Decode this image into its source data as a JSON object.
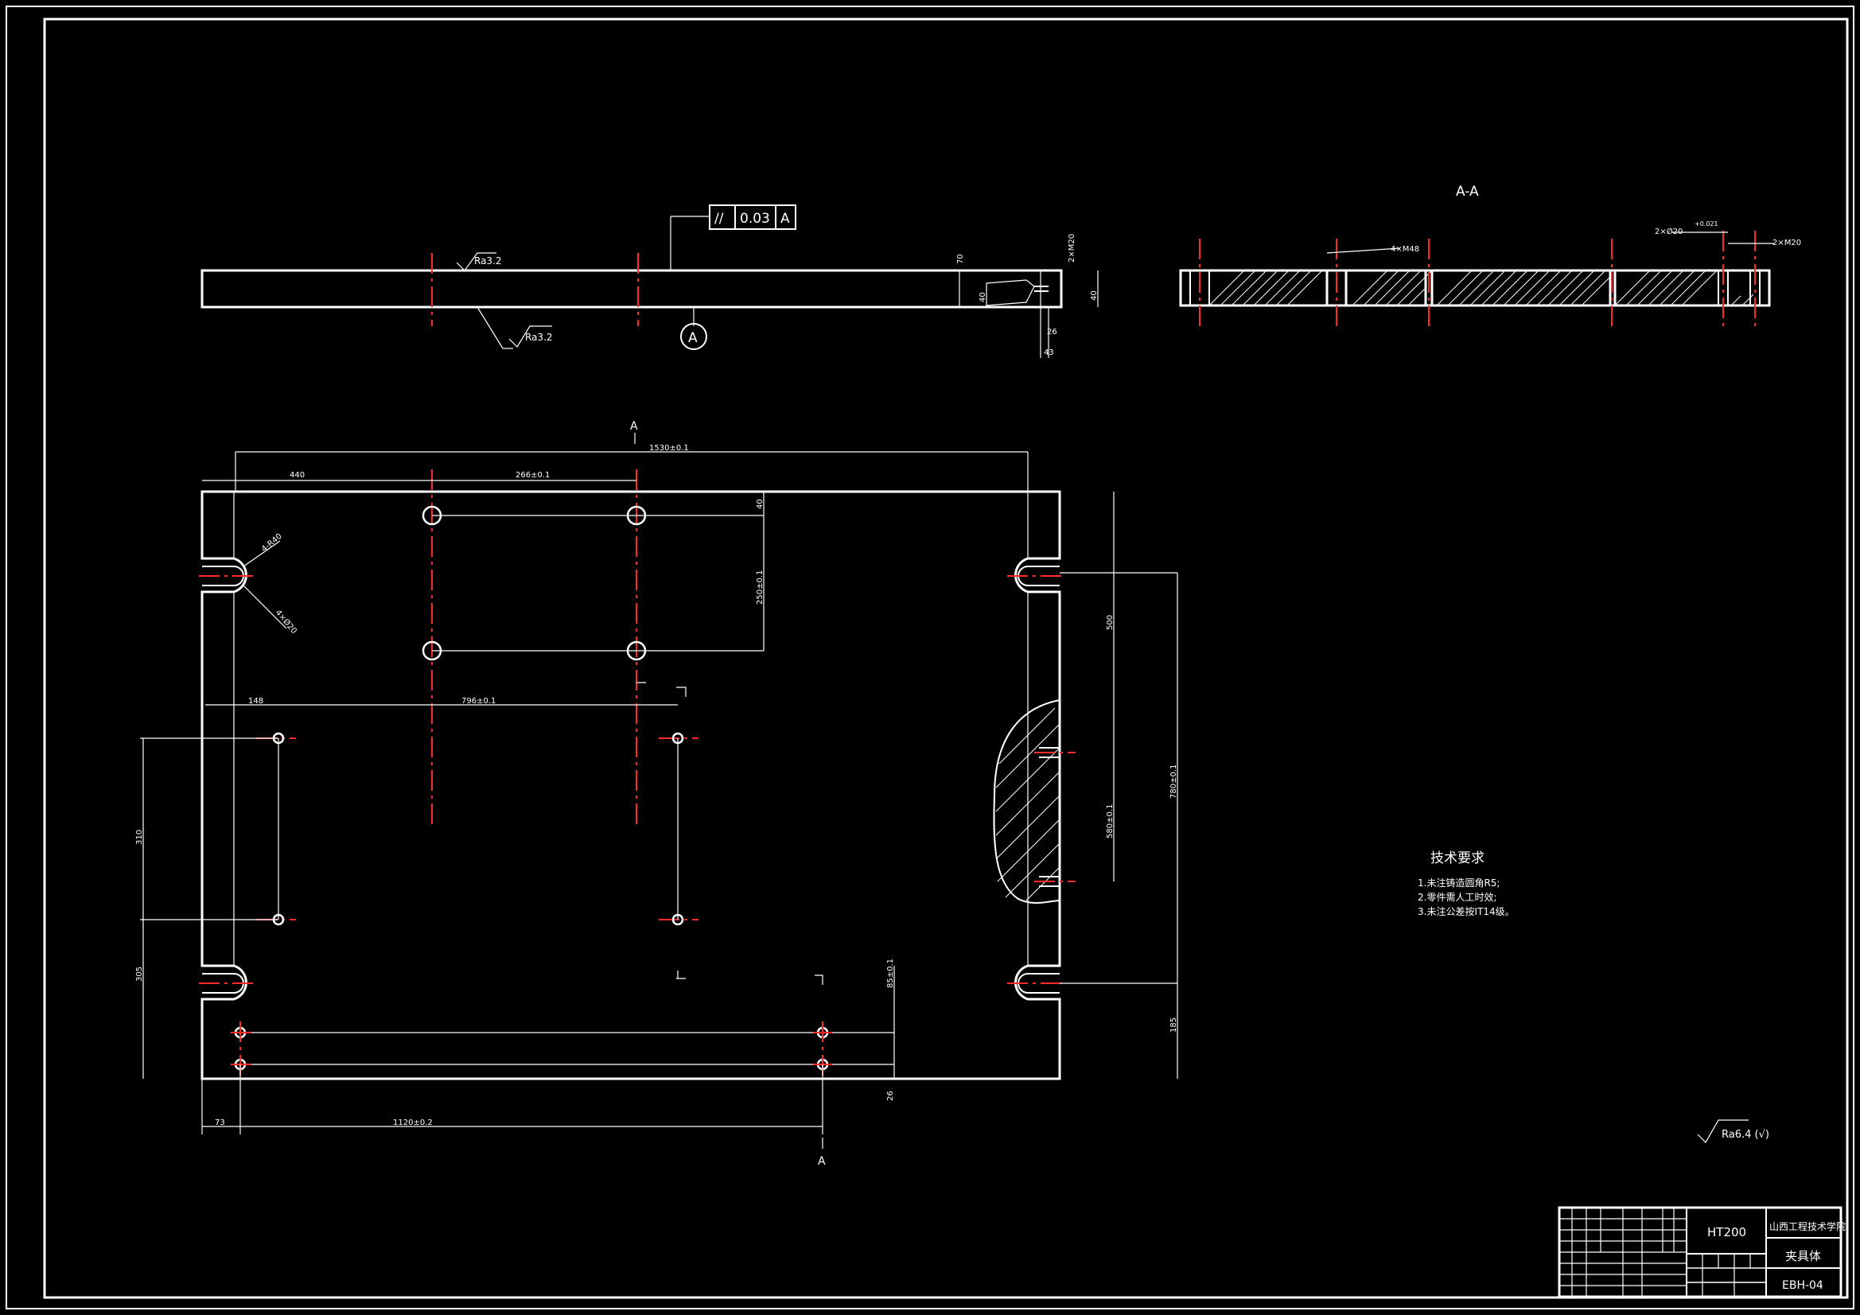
{
  "annotations": {
    "section_title": "A-A",
    "datum_symbol": "A",
    "section_mark_top": "A",
    "section_mark_bottom": "A",
    "fcf": {
      "symbol": "//",
      "value": "0.03",
      "datum": "A"
    },
    "roughness_top": "Ra3.2",
    "roughness_bottom": "Ra3.2",
    "roughness_general": "Ra6.4 (√)"
  },
  "dimensions": {
    "top_thread": "2×M20",
    "top_40": "40",
    "top_70": "70",
    "top_40b": "40",
    "top_26": "26",
    "top_43": "43",
    "sec_4xm48": "4×M48",
    "sec_2x20": "2×Ø20",
    "sec_tol": "+0.021",
    "sec_2xm20": "2×M20",
    "overall_1530": "1530±0.1",
    "d_440": "440",
    "d_266": "266±0.1",
    "d_40": "40",
    "d_250": "250±0.1",
    "d_148": "148",
    "d_796": "796±0.1",
    "d_310": "310",
    "d_305": "305",
    "d_4r40": "4-R40",
    "d_4x20": "4×Ø20",
    "d_500": "500",
    "d_780": "780±0.1",
    "d_580": "580±0.1",
    "d_185": "185",
    "d_85": "85±0.1",
    "d_26": "26",
    "d_73": "73",
    "d_1120": "1120±0.2"
  },
  "tech_req": {
    "title": "技术要求",
    "items": [
      "1.未注铸造圆角R5;",
      "2.零件需人工时效;",
      "3.未注公差按IT14级。"
    ]
  },
  "title_block": {
    "material": "HT200",
    "school": "山西工程技术学院",
    "part_name": "夹具体",
    "drawing_no": "EBH-04"
  }
}
